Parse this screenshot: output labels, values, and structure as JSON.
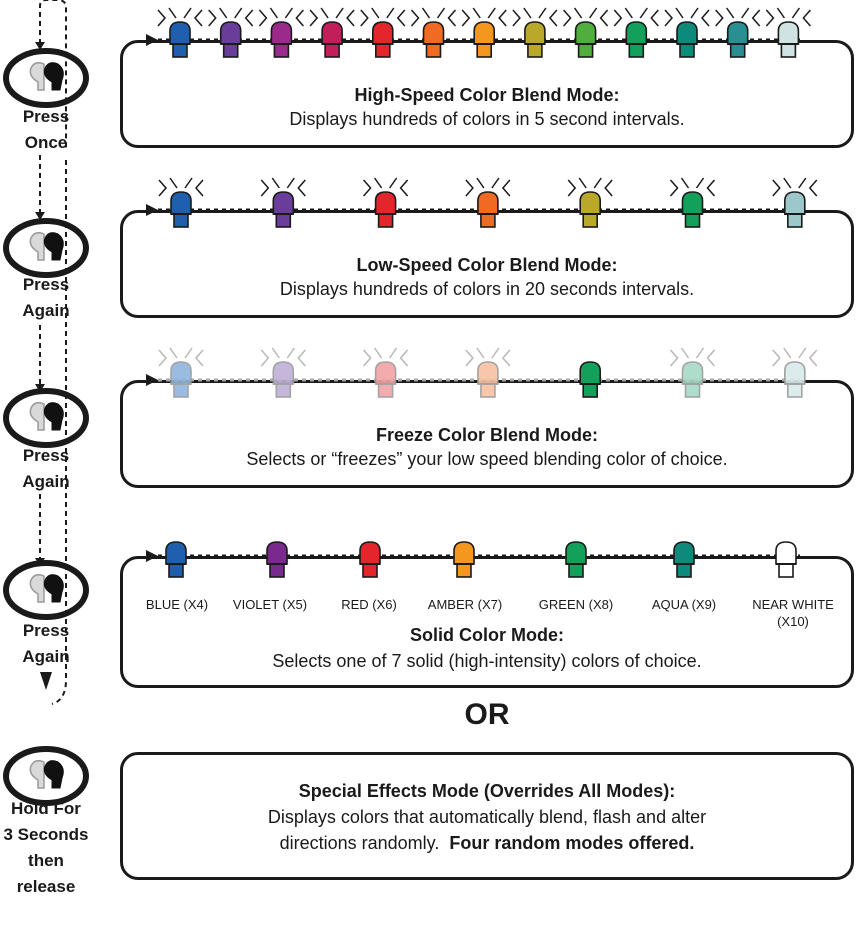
{
  "modes": [
    {
      "title": "High-Speed Color Blend Mode:",
      "description": "Displays hundreds of colors in 5 second intervals.",
      "press_label": [
        "Press",
        "Once"
      ],
      "bulb_colors": [
        "#1f5fae",
        "#6a3d9a",
        "#9b2a8a",
        "#c21e5a",
        "#e3262b",
        "#f06a22",
        "#f4971f",
        "#b9a82a",
        "#4fae3c",
        "#12a05a",
        "#0e8a7a",
        "#2a8f93",
        "#cfe3e3"
      ],
      "glow": true,
      "faded": false
    },
    {
      "title": "Low-Speed Color Blend Mode:",
      "description": "Displays hundreds of colors in 20 seconds intervals.",
      "press_label": [
        "Press",
        "Again"
      ],
      "bulb_colors": [
        "#1f5fae",
        "#6a3d9a",
        "#e3262b",
        "#f06a22",
        "#b9a82a",
        "#12a05a",
        "#9cc7cb"
      ],
      "glow": true,
      "faded": false
    },
    {
      "title": "Freeze Color Blend Mode:",
      "description": "Selects or “freezes” your low speed blending color of choice.",
      "press_label": [
        "Press",
        "Again"
      ],
      "bulb_colors": [
        "#8fb5dd",
        "#bfb0d8",
        "#f3a3a6",
        "#f8c2a0",
        "#12a05a",
        "#a7dac6",
        "#d9e9ea"
      ],
      "glow": true,
      "faded": true,
      "active_index": 4
    },
    {
      "title": "Solid Color Mode:",
      "description": "Selects one of 7 solid (high-intensity) colors of choice.",
      "press_label": [
        "Press",
        "Again"
      ],
      "bulb_colors": [
        "#1f5fae",
        "#7a2a8e",
        "#e3262b",
        "#f4971f",
        "#12a05a",
        "#0e8a7a",
        "#ffffff"
      ],
      "bulb_labels": [
        "BLUE (X4)",
        "VIOLET (X5)",
        "RED (X6)",
        "AMBER (X7)",
        "GREEN (X8)",
        "AQUA (X9)",
        "NEAR WHITE (X10)"
      ],
      "glow": false,
      "faded": false
    }
  ],
  "or_label": "OR",
  "special": {
    "title": "Special Effects Mode (Overrides All Modes):",
    "description_line1": "Displays colors that automatically blend, flash and alter",
    "description_line2": "directions randomly.",
    "description_bold": "Four random modes offered.",
    "press_label": [
      "Hold For",
      "3 Seconds",
      "then",
      "release"
    ]
  },
  "colors": {
    "outline": "#1a1a1a",
    "dotted_line": "#1a1a1a",
    "faded_line": "#a8a8a8"
  }
}
